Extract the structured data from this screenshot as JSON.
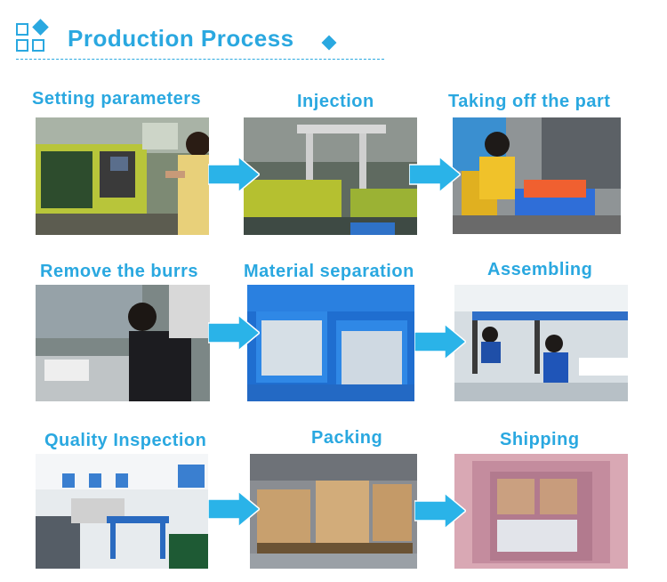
{
  "header": {
    "title": "Production Process"
  },
  "steps": [
    {
      "label": "Setting parameters"
    },
    {
      "label": "Injection"
    },
    {
      "label": "Taking off the part"
    },
    {
      "label": "Remove the burrs"
    },
    {
      "label": "Material separation"
    },
    {
      "label": "Assembling"
    },
    {
      "label": "Quality Inspection"
    },
    {
      "label": "Packing"
    },
    {
      "label": "Shipping"
    }
  ],
  "colors": {
    "accent": "#2aa8e0",
    "arrow": "#2ab3e8"
  }
}
